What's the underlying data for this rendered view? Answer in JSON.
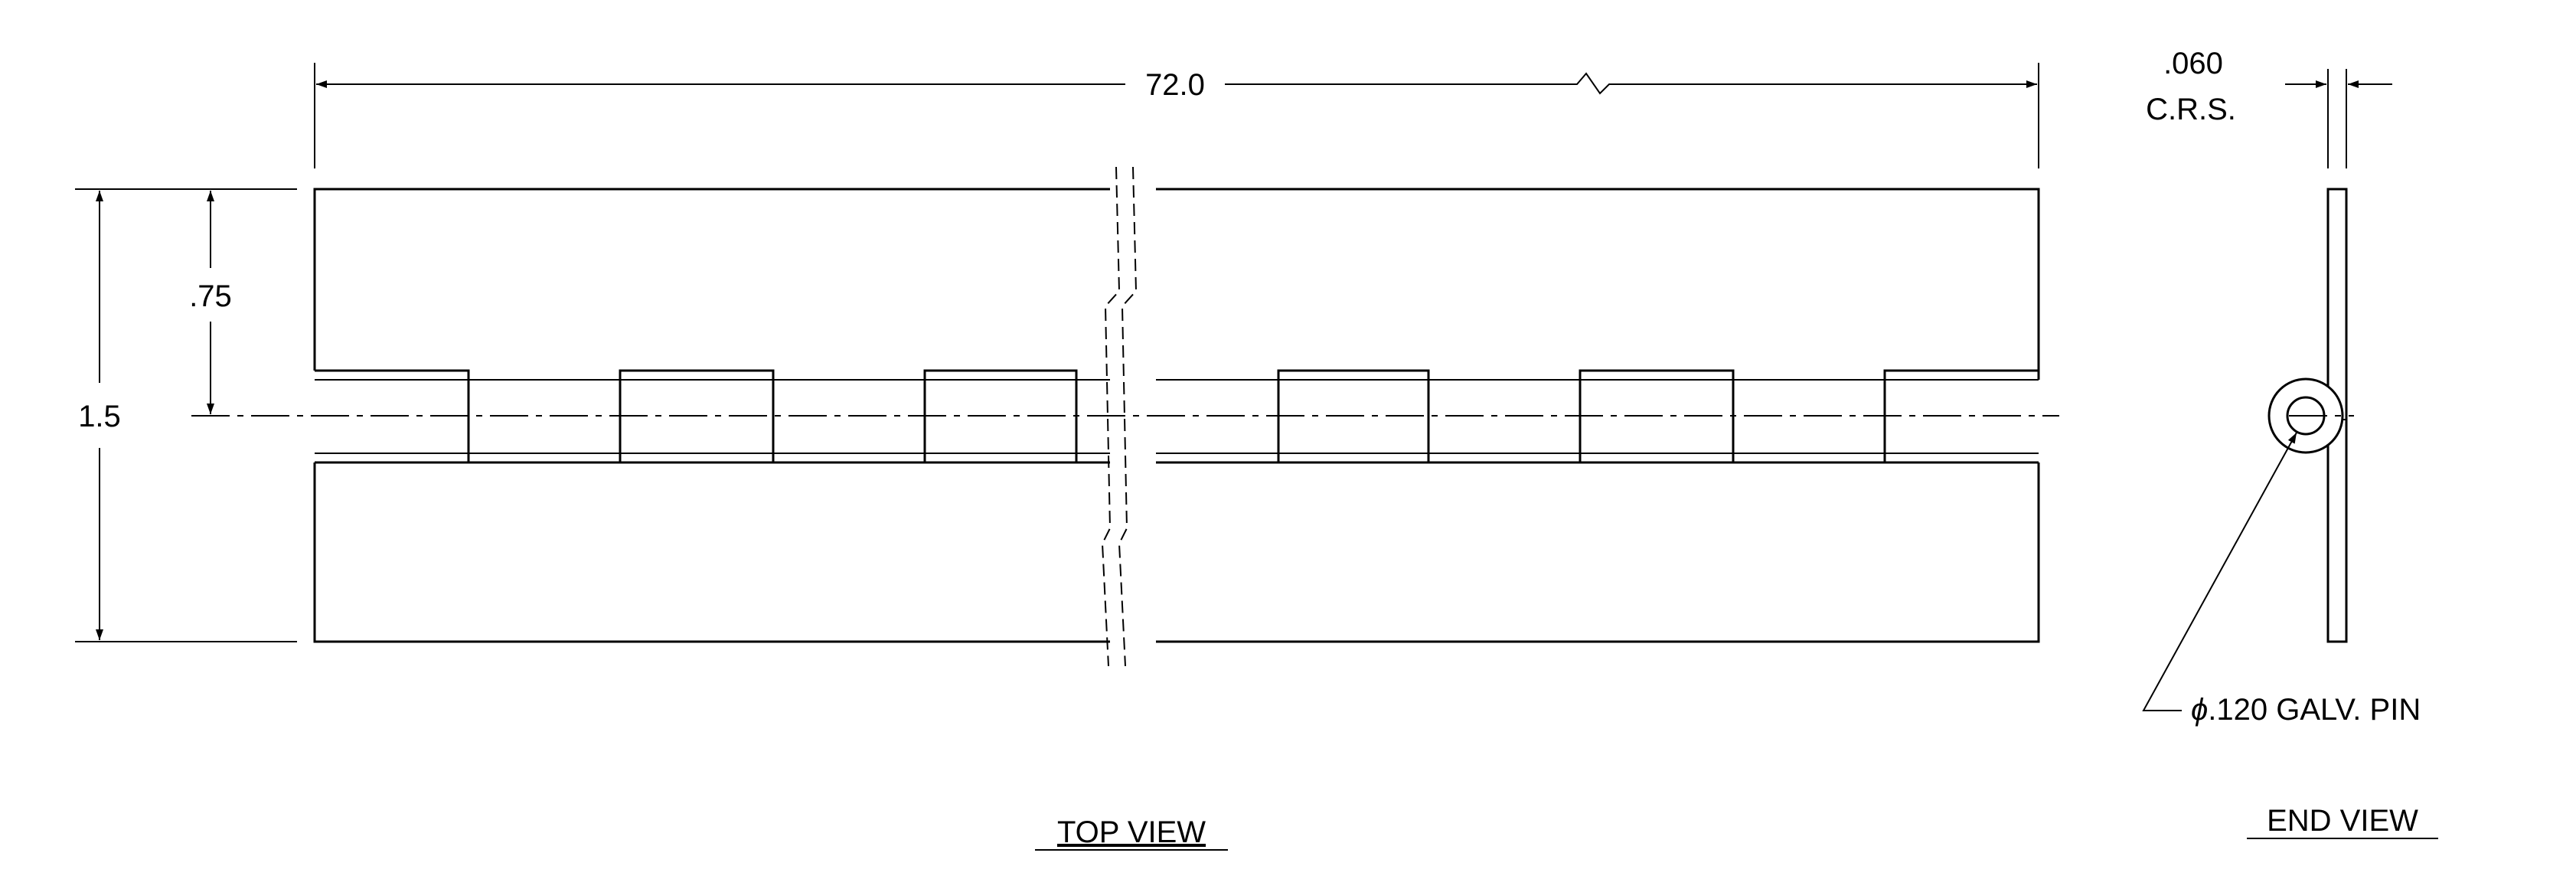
{
  "dimensions": {
    "overall_length": "72.0",
    "overall_width": "1.5",
    "half_width": ".75",
    "thickness_value": ".060",
    "thickness_material": "C.R.S."
  },
  "callouts": {
    "pin_symbol": "ϕ",
    "pin": ".120 GALV. PIN"
  },
  "view_titles": {
    "top": "TOP VIEW",
    "end": "END VIEW"
  },
  "icons": {
    "diameter": "diameter-symbol-icon"
  }
}
